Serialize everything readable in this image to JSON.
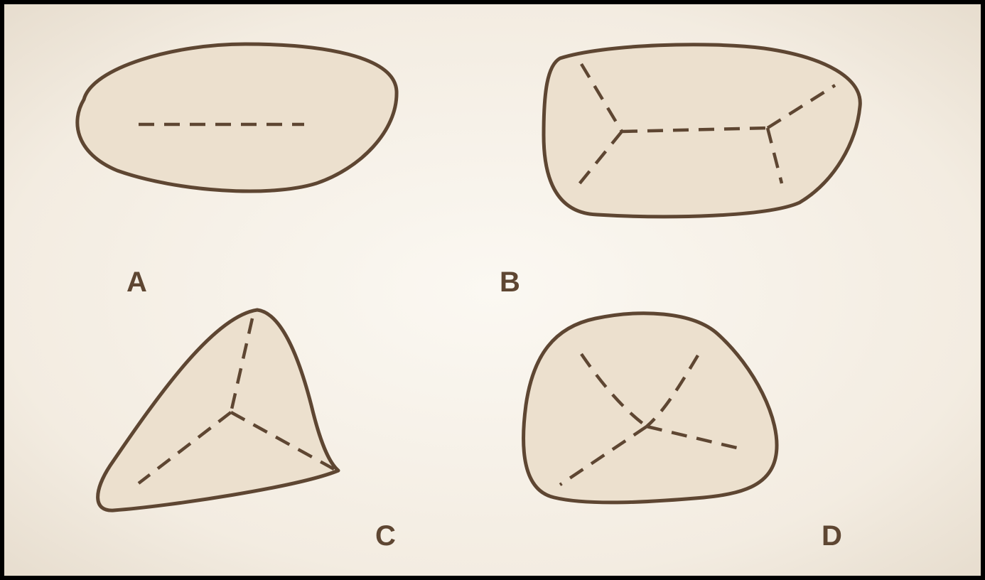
{
  "diagram": {
    "labels": {
      "a": "A",
      "b": "B",
      "c": "C",
      "d": "D"
    },
    "colors": {
      "background": "#f6f0e6",
      "shape_fill": "#ece0ce",
      "outline": "#5e4632",
      "frame": "#000000"
    }
  }
}
